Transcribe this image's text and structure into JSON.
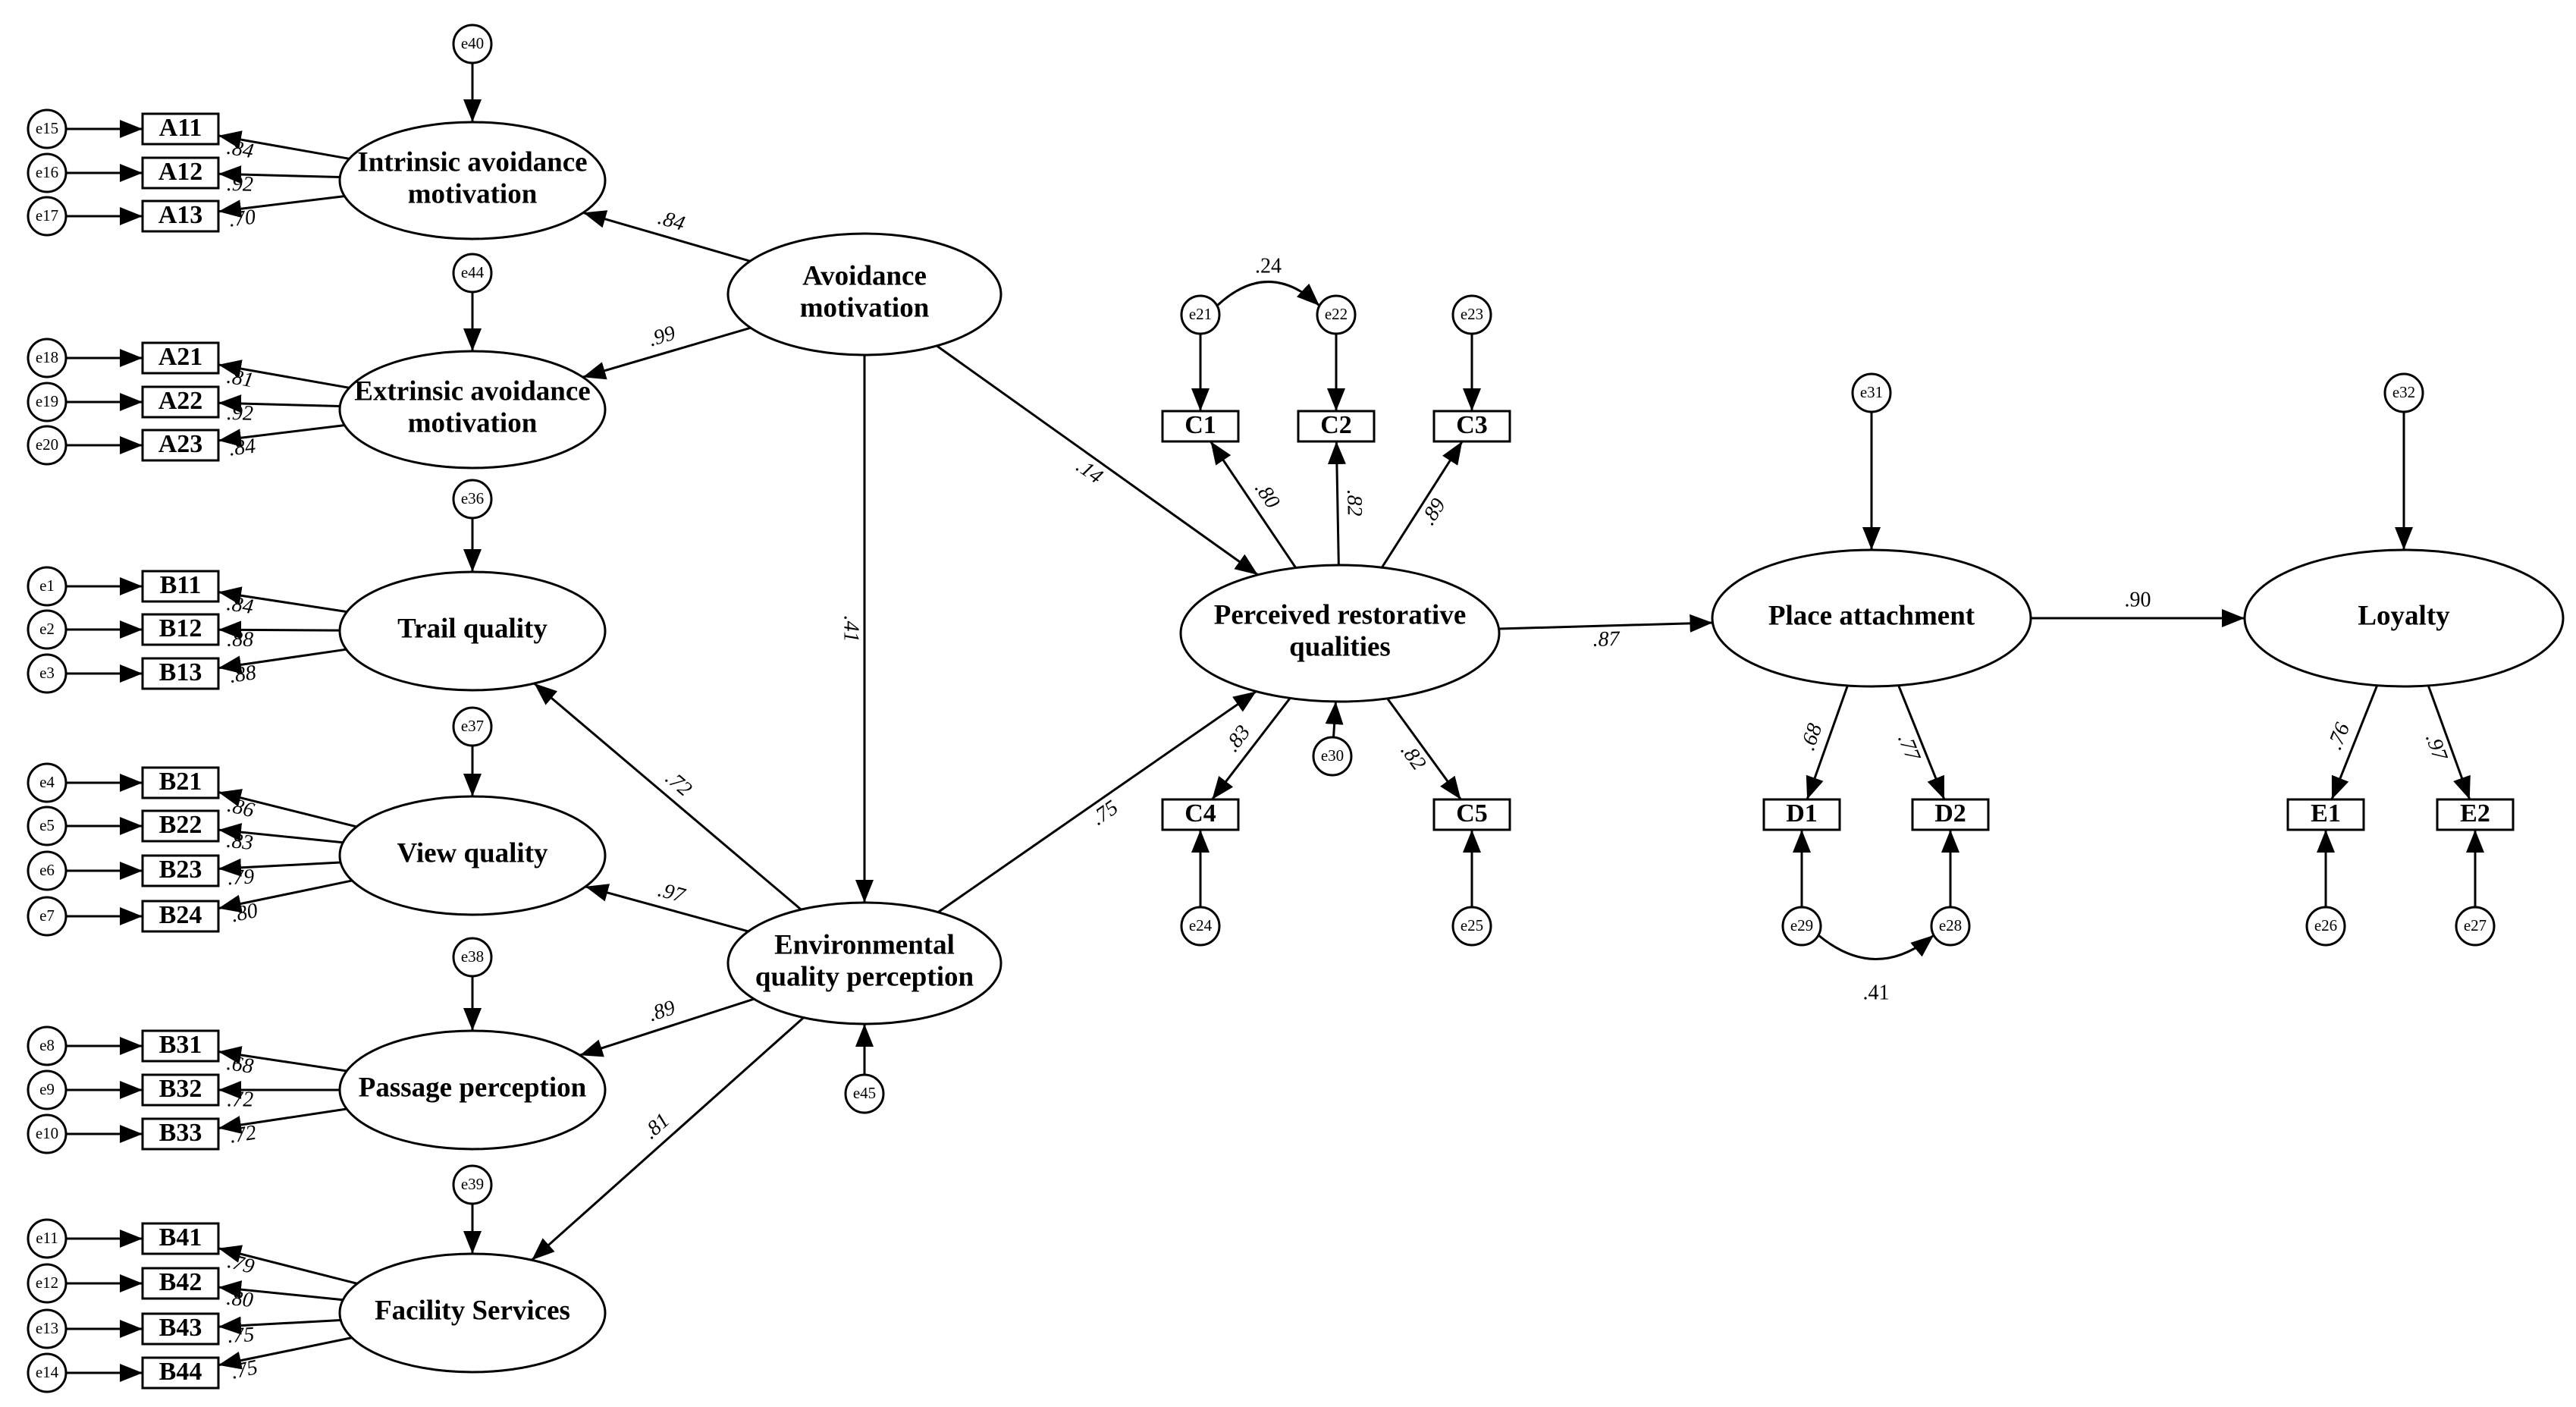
{
  "diagram": {
    "title": "",
    "latents": [
      {
        "id": "IAM",
        "lines": [
          "Intrinsic avoidance",
          "motivation"
        ]
      },
      {
        "id": "EAM",
        "lines": [
          "Extrinsic avoidance",
          "motivation"
        ]
      },
      {
        "id": "AM",
        "lines": [
          "Avoidance",
          "motivation"
        ]
      },
      {
        "id": "TQ",
        "lines": [
          "Trail quality"
        ]
      },
      {
        "id": "VQ",
        "lines": [
          "View quality"
        ]
      },
      {
        "id": "EQP",
        "lines": [
          "Environmental",
          "quality perception"
        ]
      },
      {
        "id": "PP",
        "lines": [
          "Passage perception"
        ]
      },
      {
        "id": "FS",
        "lines": [
          "Facility Services"
        ]
      },
      {
        "id": "PRQ",
        "lines": [
          "Perceived restorative",
          "qualities"
        ]
      },
      {
        "id": "PA",
        "lines": [
          "Place attachment"
        ]
      },
      {
        "id": "LOY",
        "lines": [
          "Loyalty"
        ]
      }
    ],
    "observed": [
      "A11",
      "A12",
      "A13",
      "A21",
      "A22",
      "A23",
      "B11",
      "B12",
      "B13",
      "B21",
      "B22",
      "B23",
      "B24",
      "B31",
      "B32",
      "B33",
      "B41",
      "B42",
      "B43",
      "B44",
      "C1",
      "C2",
      "C3",
      "C4",
      "C5",
      "D1",
      "D2",
      "E1",
      "E2"
    ],
    "errors": [
      "e40",
      "e44",
      "e36",
      "e37",
      "e38",
      "e39",
      "e45",
      "e31",
      "e32",
      "e30",
      "e15",
      "e16",
      "e17",
      "e18",
      "e19",
      "e20",
      "e1",
      "e2",
      "e3",
      "e4",
      "e5",
      "e6",
      "e7",
      "e8",
      "e9",
      "e10",
      "e11",
      "e12",
      "e13",
      "e14",
      "e21",
      "e22",
      "e23",
      "e24",
      "e25",
      "e29",
      "e28",
      "e26",
      "e27"
    ],
    "structural_paths": [
      {
        "from": "AM",
        "to": "IAM",
        "coef": ".84"
      },
      {
        "from": "AM",
        "to": "EAM",
        "coef": ".99"
      },
      {
        "from": "AM",
        "to": "EQP",
        "coef": ".41"
      },
      {
        "from": "AM",
        "to": "PRQ",
        "coef": ".14"
      },
      {
        "from": "EQP",
        "to": "PRQ",
        "coef": ".75"
      },
      {
        "from": "EQP",
        "to": "TQ",
        "coef": ".72"
      },
      {
        "from": "EQP",
        "to": "VQ",
        "coef": ".97"
      },
      {
        "from": "EQP",
        "to": "PP",
        "coef": ".89"
      },
      {
        "from": "EQP",
        "to": "FS",
        "coef": ".81"
      },
      {
        "from": "PRQ",
        "to": "PA",
        "coef": ".87"
      },
      {
        "from": "PA",
        "to": "LOY",
        "coef": ".90"
      }
    ],
    "loadings": [
      {
        "latent": "IAM",
        "indicator": "A11",
        "coef": ".84"
      },
      {
        "latent": "IAM",
        "indicator": "A12",
        "coef": ".92"
      },
      {
        "latent": "IAM",
        "indicator": "A13",
        "coef": ".70"
      },
      {
        "latent": "EAM",
        "indicator": "A21",
        "coef": ".81"
      },
      {
        "latent": "EAM",
        "indicator": "A22",
        "coef": ".92"
      },
      {
        "latent": "EAM",
        "indicator": "A23",
        "coef": ".84"
      },
      {
        "latent": "TQ",
        "indicator": "B11",
        "coef": ".84"
      },
      {
        "latent": "TQ",
        "indicator": "B12",
        "coef": ".88"
      },
      {
        "latent": "TQ",
        "indicator": "B13",
        "coef": ".88"
      },
      {
        "latent": "VQ",
        "indicator": "B21",
        "coef": ".86"
      },
      {
        "latent": "VQ",
        "indicator": "B22",
        "coef": ".83"
      },
      {
        "latent": "VQ",
        "indicator": "B23",
        "coef": ".79"
      },
      {
        "latent": "VQ",
        "indicator": "B24",
        "coef": ".80"
      },
      {
        "latent": "PP",
        "indicator": "B31",
        "coef": ".68"
      },
      {
        "latent": "PP",
        "indicator": "B32",
        "coef": ".72"
      },
      {
        "latent": "PP",
        "indicator": "B33",
        "coef": ".72"
      },
      {
        "latent": "FS",
        "indicator": "B41",
        "coef": ".79"
      },
      {
        "latent": "FS",
        "indicator": "B42",
        "coef": ".80"
      },
      {
        "latent": "FS",
        "indicator": "B43",
        "coef": ".75"
      },
      {
        "latent": "FS",
        "indicator": "B44",
        "coef": ".75"
      },
      {
        "latent": "PRQ",
        "indicator": "C1",
        "coef": ".80"
      },
      {
        "latent": "PRQ",
        "indicator": "C2",
        "coef": ".82"
      },
      {
        "latent": "PRQ",
        "indicator": "C3",
        "coef": ".89"
      },
      {
        "latent": "PRQ",
        "indicator": "C4",
        "coef": ".83"
      },
      {
        "latent": "PRQ",
        "indicator": "C5",
        "coef": ".82"
      },
      {
        "latent": "PA",
        "indicator": "D1",
        "coef": ".68"
      },
      {
        "latent": "PA",
        "indicator": "D2",
        "coef": ".77"
      },
      {
        "latent": "LOY",
        "indicator": "E1",
        "coef": ".76"
      },
      {
        "latent": "LOY",
        "indicator": "E2",
        "coef": ".97"
      }
    ],
    "error_links": [
      {
        "error": "e40",
        "target": "IAM"
      },
      {
        "error": "e44",
        "target": "EAM"
      },
      {
        "error": "e36",
        "target": "TQ"
      },
      {
        "error": "e37",
        "target": "VQ"
      },
      {
        "error": "e38",
        "target": "PP"
      },
      {
        "error": "e39",
        "target": "FS"
      },
      {
        "error": "e45",
        "target": "EQP"
      },
      {
        "error": "e30",
        "target": "PRQ"
      },
      {
        "error": "e31",
        "target": "PA"
      },
      {
        "error": "e32",
        "target": "LOY"
      },
      {
        "error": "e15",
        "target": "A11"
      },
      {
        "error": "e16",
        "target": "A12"
      },
      {
        "error": "e17",
        "target": "A13"
      },
      {
        "error": "e18",
        "target": "A21"
      },
      {
        "error": "e19",
        "target": "A22"
      },
      {
        "error": "e20",
        "target": "A23"
      },
      {
        "error": "e1",
        "target": "B11"
      },
      {
        "error": "e2",
        "target": "B12"
      },
      {
        "error": "e3",
        "target": "B13"
      },
      {
        "error": "e4",
        "target": "B21"
      },
      {
        "error": "e5",
        "target": "B22"
      },
      {
        "error": "e6",
        "target": "B23"
      },
      {
        "error": "e7",
        "target": "B24"
      },
      {
        "error": "e8",
        "target": "B31"
      },
      {
        "error": "e9",
        "target": "B32"
      },
      {
        "error": "e10",
        "target": "B33"
      },
      {
        "error": "e11",
        "target": "B41"
      },
      {
        "error": "e12",
        "target": "B42"
      },
      {
        "error": "e13",
        "target": "B43"
      },
      {
        "error": "e14",
        "target": "B44"
      },
      {
        "error": "e21",
        "target": "C1"
      },
      {
        "error": "e22",
        "target": "C2"
      },
      {
        "error": "e23",
        "target": "C3"
      },
      {
        "error": "e24",
        "target": "C4"
      },
      {
        "error": "e25",
        "target": "C5"
      },
      {
        "error": "e29",
        "target": "D1"
      },
      {
        "error": "e28",
        "target": "D2"
      },
      {
        "error": "e26",
        "target": "E1"
      },
      {
        "error": "e27",
        "target": "E2"
      }
    ],
    "covariances": [
      {
        "a": "e21",
        "b": "e22",
        "coef": ".24"
      },
      {
        "a": "e29",
        "b": "e28",
        "coef": ".41"
      }
    ]
  }
}
